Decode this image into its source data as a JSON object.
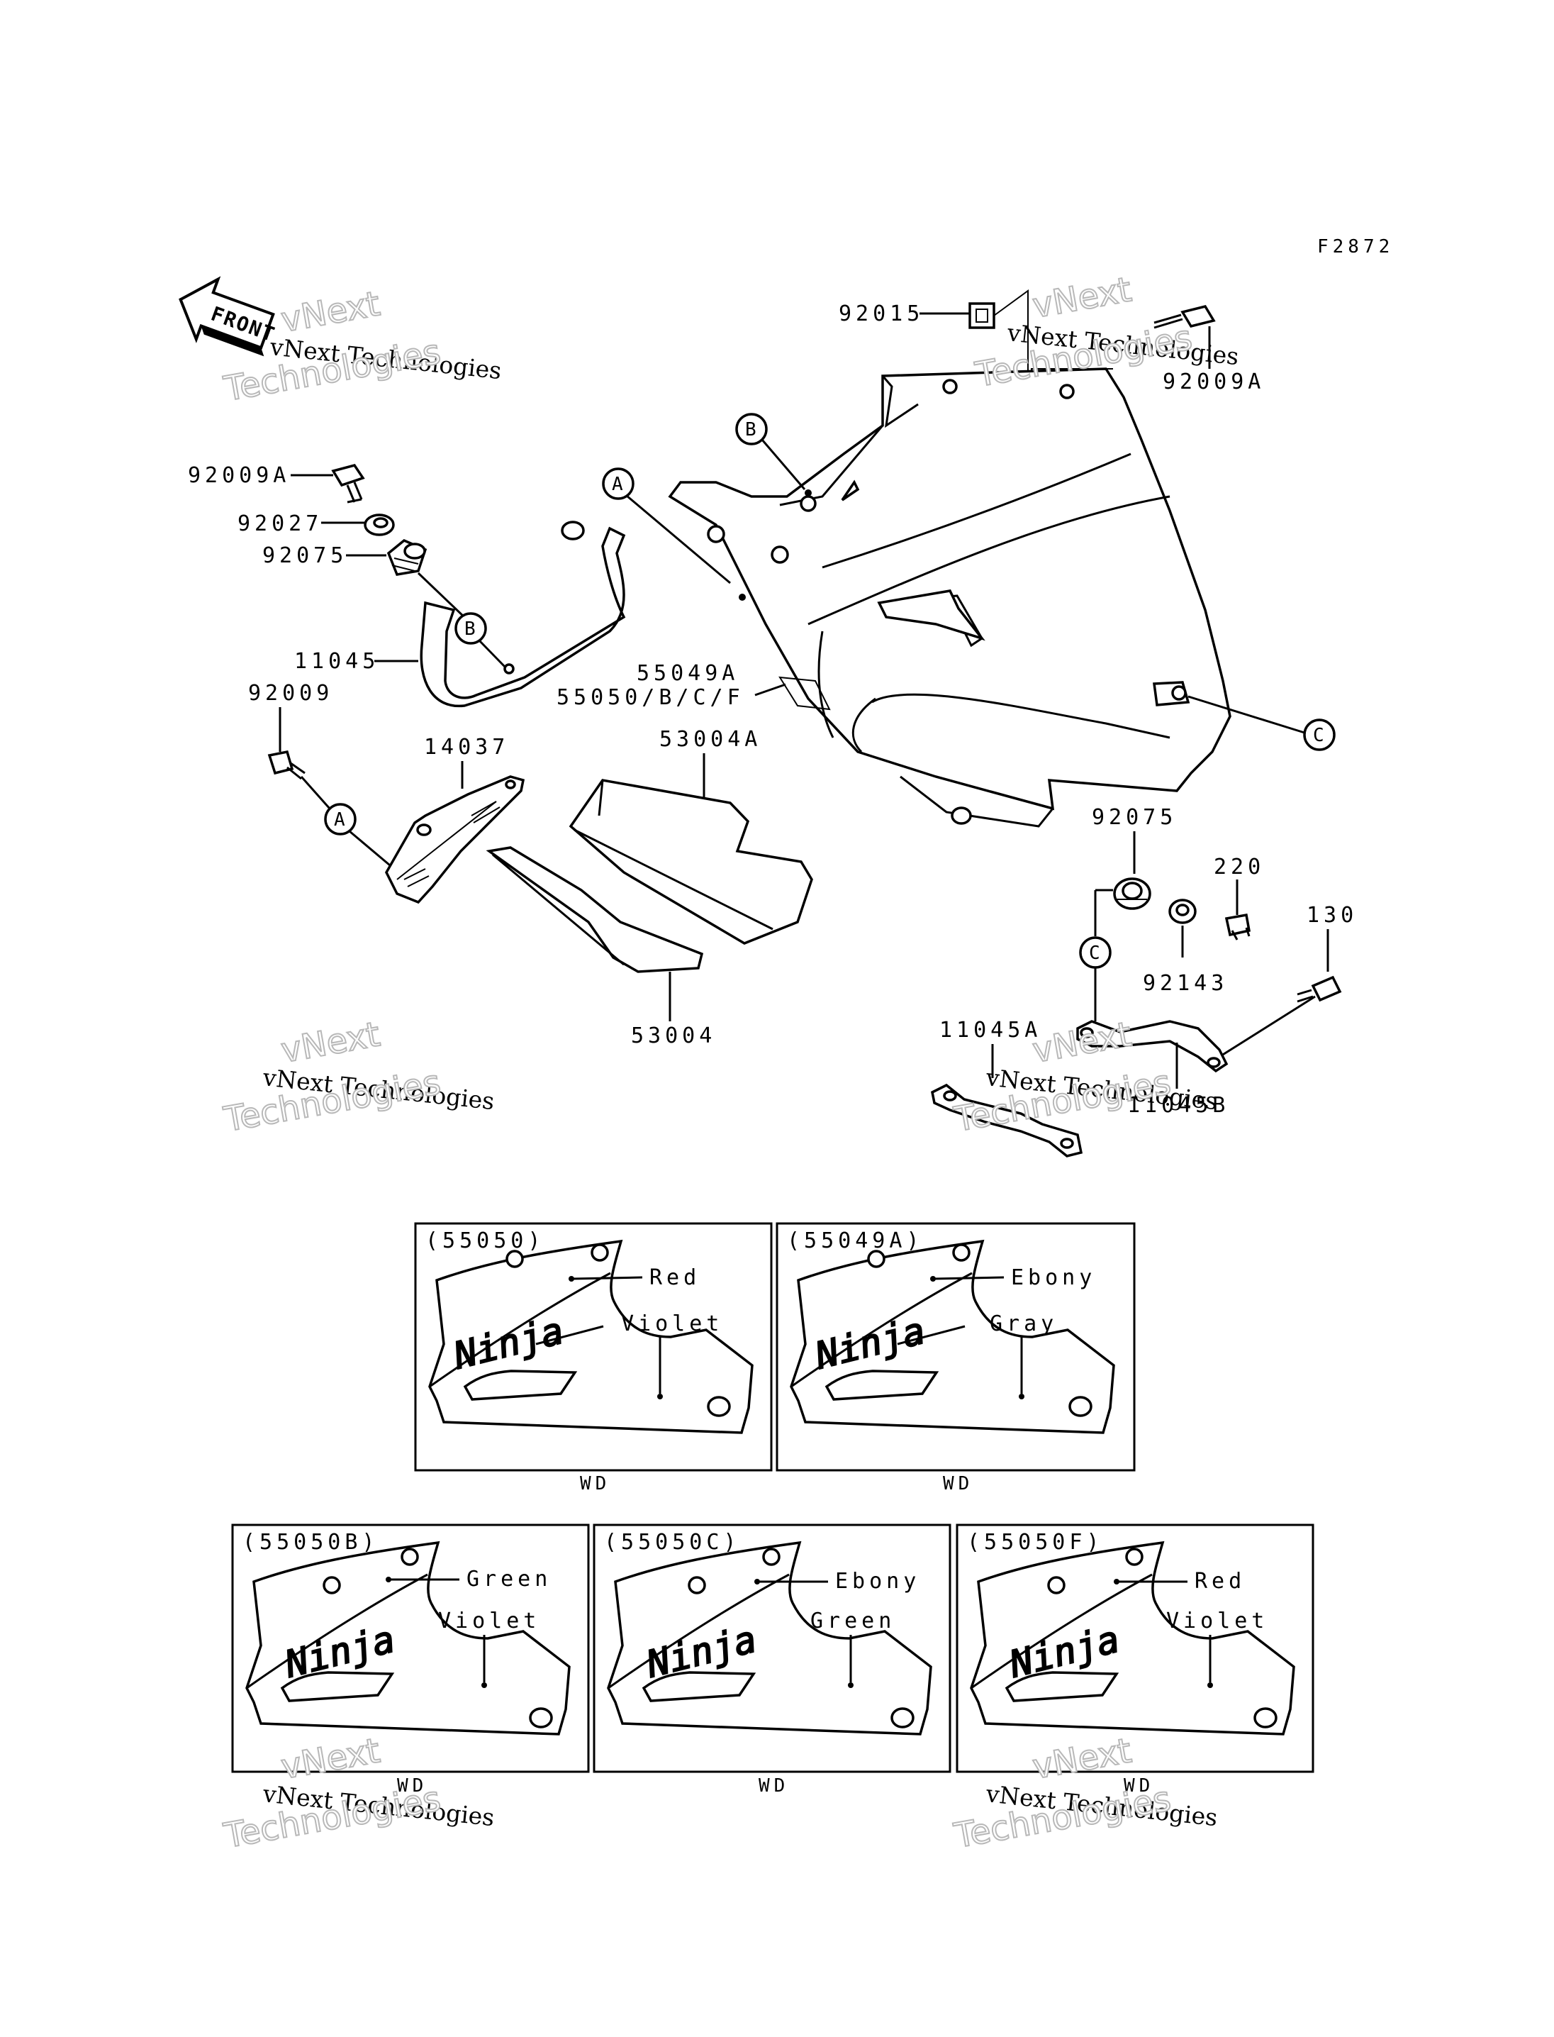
{
  "diagram_code": "F2872",
  "front_label": "FRONT",
  "callouts": {
    "p92015": "92015",
    "p92009A_top": "92009A",
    "p92009A_left": "92009A",
    "p92027": "92027",
    "p92075_left": "92075",
    "p11045": "11045",
    "p92009": "92009",
    "p14037": "14037",
    "p55049A": "55049A",
    "p55050": "55050/B/C/F",
    "p53004A": "53004A",
    "p53004": "53004",
    "p92075_right": "92075",
    "p220": "220",
    "p92143": "92143",
    "p130": "130",
    "p11045A": "11045A",
    "p11045B": "11045B"
  },
  "refs": {
    "A": "A",
    "B": "B",
    "C": "C"
  },
  "variants": [
    {
      "code": "(55050)",
      "color1": "Red",
      "color2": "Violet",
      "suffix": "WD"
    },
    {
      "code": "(55049A)",
      "color1": "Ebony",
      "color2": "Gray",
      "suffix": "WD"
    },
    {
      "code": "(55050B)",
      "color1": "Green",
      "color2": "Violet",
      "suffix": "WD"
    },
    {
      "code": "(55050C)",
      "color1": "Ebony",
      "color2": "Green",
      "suffix": "WD"
    },
    {
      "code": "(55050F)",
      "color1": "Red",
      "color2": "Violet",
      "suffix": "WD"
    }
  ],
  "logo_text": "Ninja",
  "watermark": {
    "line1": "vNext Technologies",
    "line2": "Technologies",
    "line3": "vNext"
  }
}
